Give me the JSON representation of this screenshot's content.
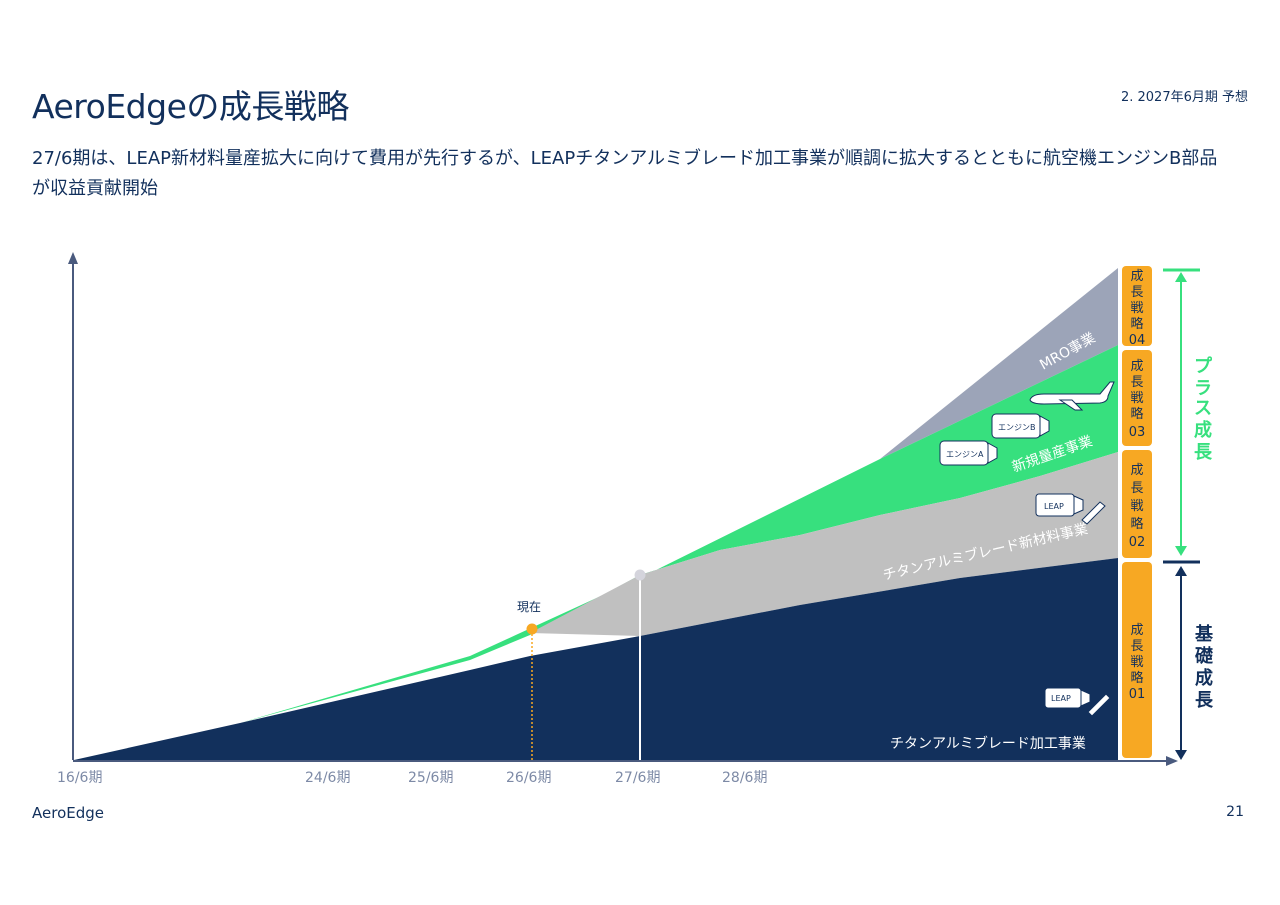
{
  "header": {
    "title": "AeroEdgeの成長戦略",
    "section": "2. 2027年6月期 予想",
    "subtitle": " 27/6期は、LEAP新材料量産拡大に向けて費用が先行するが、LEAPチタンアルミブレード加工事業が順調に拡大するとともに航空機エンジンB部品が収益貢献開始"
  },
  "diagram": {
    "x_labels": [
      "16/6期",
      "24/6期",
      "25/6期",
      "26/6期",
      "27/6期",
      "28/6期"
    ],
    "current_marker": "現在",
    "areas": {
      "base": "チタンアルミブレード加工事業",
      "new_material": "チタンアルミブレード新材料事業",
      "new_mass": "新規量産事業",
      "mro": "MRO事業"
    },
    "strategies": [
      {
        "chars": [
          "成",
          "長",
          "戦",
          "略",
          "04"
        ]
      },
      {
        "chars": [
          "成",
          "長",
          "戦",
          "略",
          "03"
        ]
      },
      {
        "chars": [
          "成",
          "長",
          "戦",
          "略",
          "02"
        ]
      },
      {
        "chars": [
          "成",
          "長",
          "戦",
          "略",
          "01"
        ]
      }
    ],
    "brackets": {
      "plus": [
        "プ",
        "ラ",
        "ス",
        "成",
        "長"
      ],
      "base": [
        "基",
        "礎",
        "成",
        "長"
      ]
    },
    "icons": {
      "leap_label": "LEAP",
      "engine_a_label": "エンジンA",
      "engine_b_label": "エンジンB"
    },
    "colors": {
      "navy": "#12305c",
      "green": "#37e07e",
      "gray": "#c0c0c0",
      "slate": "#9ca4b8",
      "orange": "#f7a823"
    }
  },
  "footer": {
    "company": "AeroEdge",
    "page": "21"
  }
}
